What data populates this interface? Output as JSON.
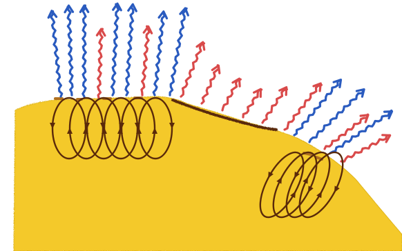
{
  "colors": {
    "background": "#ffffff",
    "body_fill": "#f4c92a",
    "body_edge": "#e0b51e",
    "surface_dark": "#5a2a0a",
    "surface_mid": "#b07020",
    "loop_stroke": "#5a2a0a",
    "arrow_blue": "#2a5bbf",
    "arrow_red": "#d94a4a"
  },
  "icons": {
    "loop_arrowhead": "triangle-arrowhead-icon",
    "field_arrowhead": "chevron-arrowhead-icon"
  },
  "diagram": {
    "loop_groups": [
      {
        "id": "left",
        "loop_count": 6
      },
      {
        "id": "right",
        "loop_count": 4
      }
    ],
    "outgoing_arrows": {
      "blue_count": 10,
      "red_count": 10
    }
  }
}
